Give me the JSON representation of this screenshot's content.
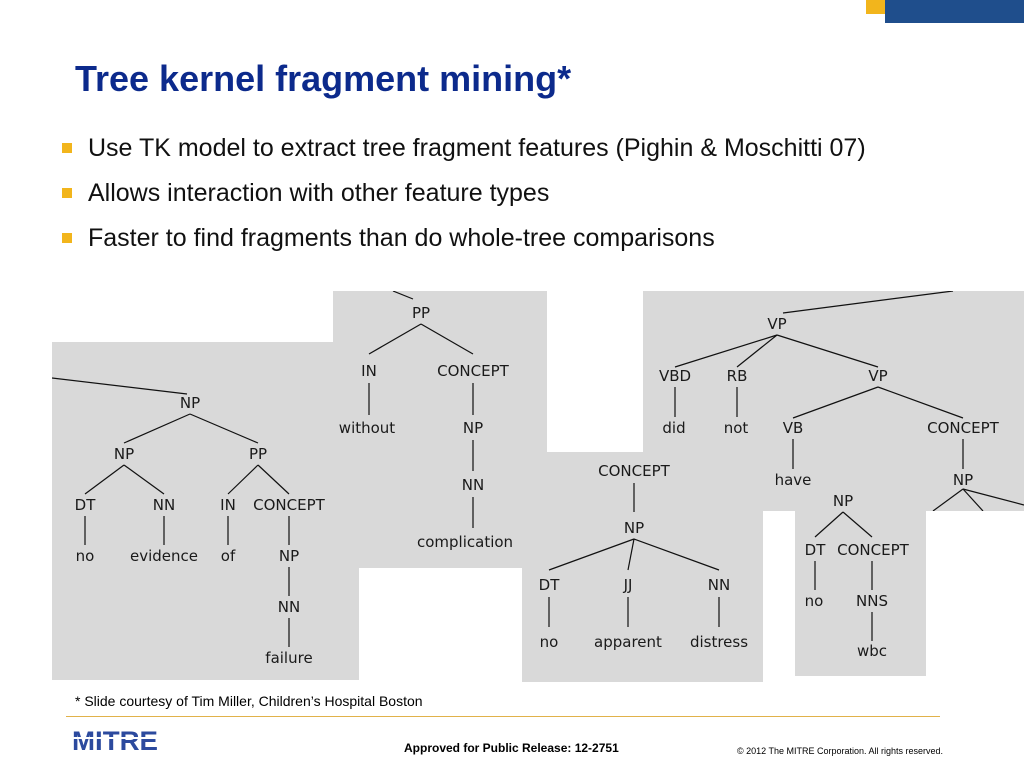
{
  "slide": {
    "title": "Tree kernel fragment mining*",
    "bullets": [
      "Use TK model to extract tree fragment features (Pighin & Moschitti 07)",
      "Allows interaction with other feature types",
      "Faster to find fragments than do whole-tree comparisons"
    ],
    "footnote": "* Slide courtesy of Tim Miller, Children’s Hospital Boston",
    "approved": "Approved for Public Release: 12-2751",
    "copyright": "© 2012 The MITRE Corporation. All rights reserved.",
    "logo_text": "MITRE"
  },
  "colors": {
    "title": "#0c2a8c",
    "accent": "#f2b51c",
    "bar": "#1f4e8c",
    "panel": "#d9d9d9",
    "logo": "#2c4a9e"
  },
  "trees": {
    "t1": {
      "np_root": "NP",
      "np_left": "NP",
      "pp": "PP",
      "dt": "DT",
      "nn1": "NN",
      "in": "IN",
      "concept": "CONCEPT",
      "w_no": "no",
      "w_evidence": "evidence",
      "w_of": "of",
      "np_inner": "NP",
      "nn_inner": "NN",
      "w_failure": "failure"
    },
    "t2": {
      "pp": "PP",
      "in": "IN",
      "concept": "CONCEPT",
      "w_without": "without",
      "np": "NP",
      "nn": "NN",
      "w_complication": "complication"
    },
    "t3": {
      "concept": "CONCEPT",
      "np": "NP",
      "dt": "DT",
      "jj": "JJ",
      "nn": "NN",
      "w_no": "no",
      "w_apparent": "apparent",
      "w_distress": "distress"
    },
    "t4": {
      "vp": "VP",
      "vbd": "VBD",
      "rb": "RB",
      "vp2": "VP",
      "w_did": "did",
      "w_not": "not",
      "vb": "VB",
      "concept": "CONCEPT",
      "w_have": "have",
      "np": "NP"
    },
    "t5": {
      "np": "NP",
      "dt": "DT",
      "concept": "CONCEPT",
      "w_no": "no",
      "nns": "NNS",
      "w_wbc": "wbc"
    }
  }
}
